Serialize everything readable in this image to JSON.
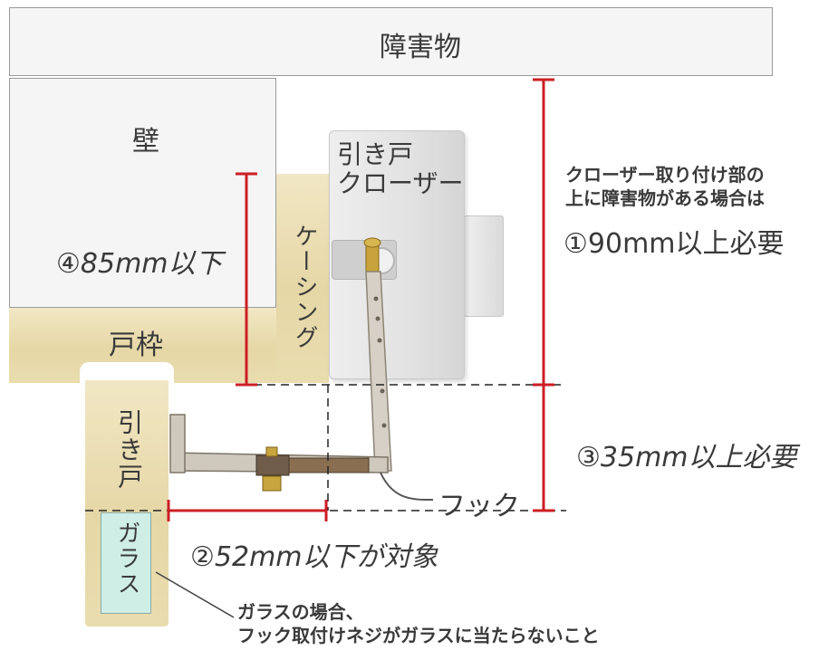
{
  "labels": {
    "obstacle": "障害物",
    "wall": "壁",
    "door_frame": "戸枠",
    "casing": "ケーシング",
    "sliding_door": "引き戸",
    "glass": "ガラス",
    "closer_line1": "引き戸",
    "closer_line2": "クローザー",
    "hook": "フック"
  },
  "annotations": {
    "obstacle_note_line1": "クローザー取り付け部の",
    "obstacle_note_line2": "上に障害物がある場合は",
    "dim1": "①90mm以上必要",
    "dim2": "②52mm以下が対象",
    "dim3": "③35mm以上必要",
    "dim4": "④85mm以下",
    "glass_note_line1": "ガラスの場合、",
    "glass_note_line2": "フック取付けネジがガラスに当たらないこと"
  },
  "colors": {
    "dimension": "#cc1f24",
    "wall": "#f4f4f4",
    "wood": "#ecdfb2",
    "glass": "#cfeee6",
    "closer": "#e6e6e6"
  }
}
